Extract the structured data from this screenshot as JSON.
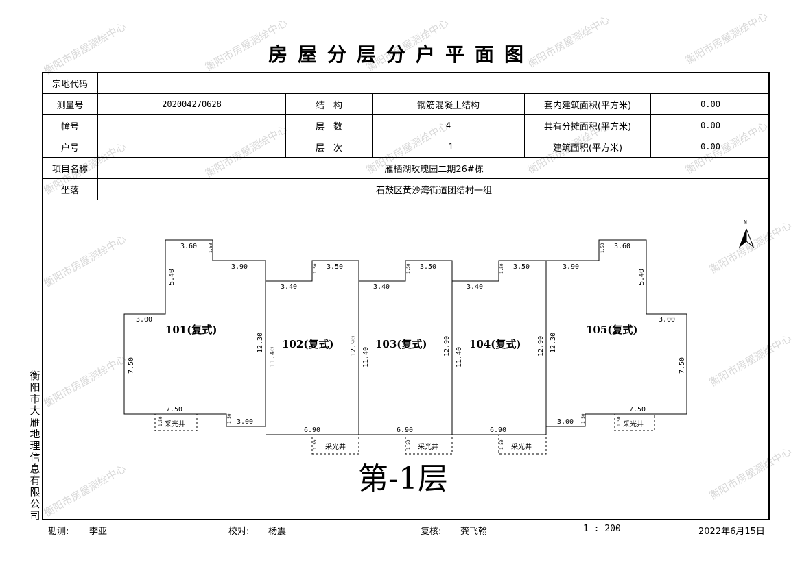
{
  "title": "房屋分层分户平面图",
  "fields": {
    "parcel_code_label": "宗地代码",
    "parcel_code": "",
    "survey_no_label": "测量号",
    "survey_no": "202004270628",
    "structure_label": "结　构",
    "structure": "钢筋混凝土结构",
    "inner_area_label": "套内建筑面积(平方米)",
    "inner_area": "0.00",
    "building_label": "幢号",
    "building": "",
    "floors_label": "层　数",
    "floors": "4",
    "shared_area_label": "共有分摊面积(平方米)",
    "shared_area": "0.00",
    "unit_label": "户号",
    "unit": "",
    "floor_level_label": "层　次",
    "floor_level": "-1",
    "building_area_label": "建筑面积(平方米)",
    "building_area": "0.00",
    "project_label": "项目名称",
    "project": "雁栖湖玫瑰园二期26#栋",
    "location_label": "坐落",
    "location": "石鼓区黄沙湾街道团结村一组"
  },
  "plan": {
    "floor_label": "第-1层",
    "north_label": "N",
    "units": [
      "101(复式)",
      "102(复式)",
      "103(复式)",
      "104(复式)",
      "105(复式)"
    ],
    "lightwell_label": "采光井",
    "dims": {
      "d360": "3.60",
      "d390": "3.90",
      "d350": "3.50",
      "d340": "3.40",
      "d540": "5.40",
      "d300": "3.00",
      "d750": "7.50",
      "d1230": "12.30",
      "d1140": "11.40",
      "d1290": "12.90",
      "d690": "6.90",
      "d150": "1.50"
    }
  },
  "company": "衡阳市大雁地理信息有限公司",
  "watermark": "衡阳市房屋测绘中心",
  "footer": {
    "surveyor_label": "勘测:",
    "surveyor": "李亚",
    "checker_label": "校对:",
    "checker": "杨震",
    "reviewer_label": "复核:",
    "reviewer": "龚飞翰",
    "scale": "1 : 200",
    "date": "2022年6月15日"
  }
}
